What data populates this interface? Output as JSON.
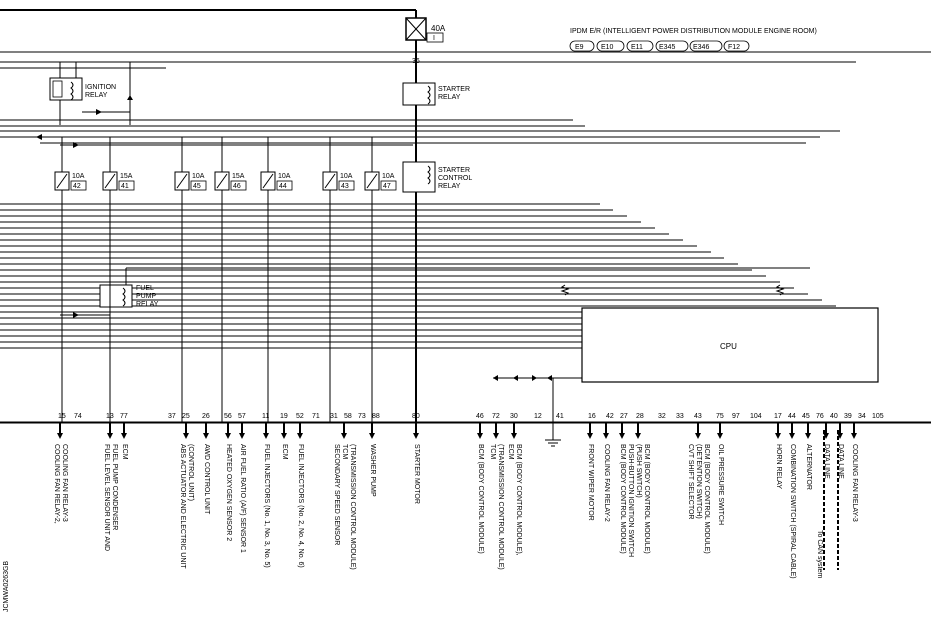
{
  "header": {
    "module_title": "IPDM E/R (INTELLIGENT POWER DISTRIBUTION MODULE ENGINE ROOM)",
    "connectors": [
      "E9",
      "E10",
      "E11",
      "E345",
      "E346",
      "F12"
    ]
  },
  "main_fuse": {
    "amp": "40A",
    "id": "I",
    "pin": "36"
  },
  "relays": {
    "ignition": [
      "IGNITION",
      "RELAY"
    ],
    "starter": [
      "STARTER",
      "RELAY"
    ],
    "starter_control": [
      "STARTER",
      "CONTROL",
      "RELAY"
    ],
    "fuel_pump": [
      "FUEL",
      "PUMP",
      "RELAY"
    ]
  },
  "cpu_label": "CPU",
  "fuses": [
    {
      "amp": "10A",
      "num": "42"
    },
    {
      "amp": "15A",
      "num": "41"
    },
    {
      "amp": "10A",
      "num": "45"
    },
    {
      "amp": "15A",
      "num": "46"
    },
    {
      "amp": "10A",
      "num": "44"
    },
    {
      "amp": "10A",
      "num": "43"
    },
    {
      "amp": "10A",
      "num": "47"
    }
  ],
  "pins": [
    "15",
    "74",
    "13",
    "77",
    "37",
    "25",
    "26",
    "56",
    "57",
    "11",
    "19",
    "52",
    "71",
    "31",
    "58",
    "73",
    "88",
    "80",
    "46",
    "72",
    "30",
    "12",
    "41",
    "16",
    "42",
    "27",
    "28",
    "32",
    "33",
    "43",
    "75",
    "97",
    "104",
    "17",
    "44",
    "45",
    "76",
    "40",
    "39",
    "34",
    "105"
  ],
  "outputs": [
    [
      "COOLING FAN RELAY-2,",
      "COOLING FAN RELAY-3"
    ],
    [
      "FUEL LEVEL SENSOR UNIT AND",
      "FUEL PUMP CONDENSER"
    ],
    [
      "ECM"
    ],
    [
      "ABS ACTUATOR AND ELECTRIC UNIT",
      "(CONTROL UNIT)"
    ],
    [
      "AWD CONTROL UNIT"
    ],
    [
      "HEATED OXYGEN SENSOR 2"
    ],
    [
      "AIR FUEL RATIO (A/F) SENSOR 1"
    ],
    [
      "FUEL INJECTORS (No. 1, No. 3, No. 5)"
    ],
    [
      "ECM"
    ],
    [
      "FUEL INJECTORS (No. 2, No. 4, No. 6)"
    ],
    [
      "SECONDARY SPEED SENSOR",
      "TCM",
      "(TRANSMISSION CONTROL MODULE)"
    ],
    [
      "WASHER PUMP"
    ],
    [
      "STARTER MOTOR"
    ],
    [
      "BCM (BODY CONTROL MODULE)"
    ],
    [
      "TCM",
      "(TRANSMISSION CONTROL MODULE)"
    ],
    [
      "ECM",
      "BCM (BODY CONTROL MODULE),"
    ],
    [
      "FRONT WIPER MOTOR"
    ],
    [
      "COOLING FAN RELAY-2"
    ],
    [
      "BCM (BODY CONTROL MODULE)"
    ],
    [
      "PUSH-BUTTON IGNITION SWITCH",
      "(PUSH SWITCH)",
      "BCM (BODY CONTROL MODULE)"
    ],
    [
      "CVT SHIFT SELECTOR",
      "(DETENTION SWITCH)",
      "BCM (BODY CONTROL MODULE)"
    ],
    [
      "OIL PRESSURE SWITCH"
    ],
    [
      "HORN RELAY"
    ],
    [
      "COMBINATION SWITCH (SPIRAL CABLE)"
    ],
    [
      "ALTERNATOR"
    ],
    [
      "DATA LINE"
    ],
    [
      "DATA LINE"
    ],
    [
      "COOLING FAN RELAY-3"
    ]
  ],
  "can_label": "To CAN system",
  "figure_id": "JCMWA0263GB"
}
